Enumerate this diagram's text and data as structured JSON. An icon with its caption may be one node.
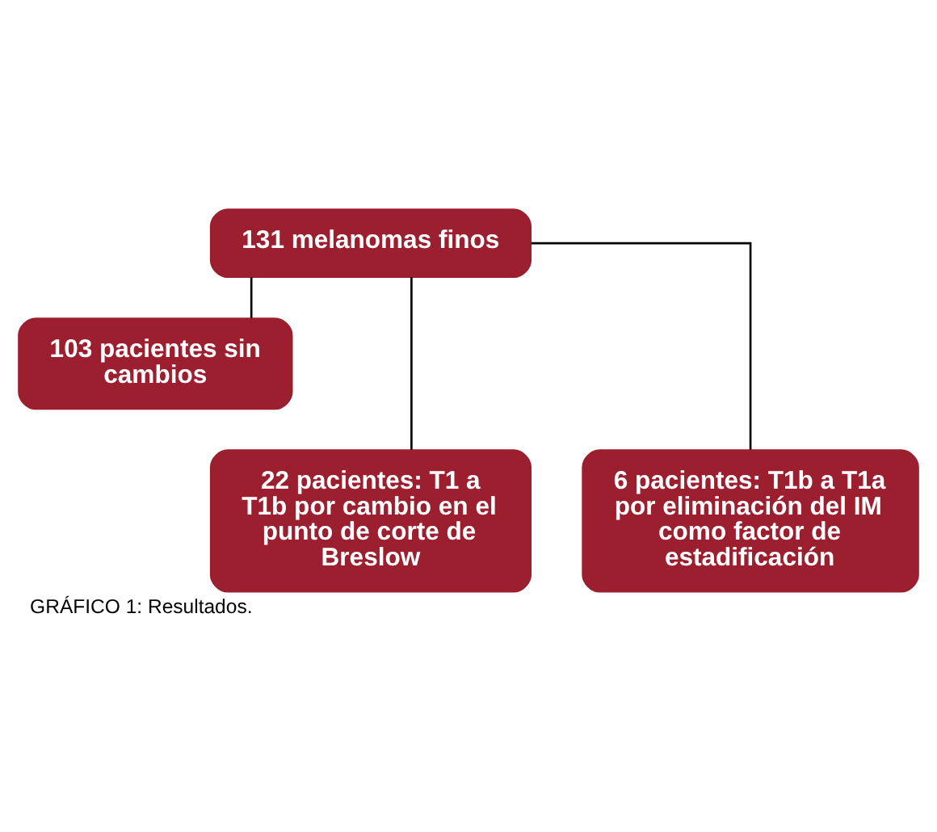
{
  "diagram": {
    "caption": "GRÁFICO 1: Resultados.",
    "nodes": [
      {
        "text": [
          "131 melanomas finos"
        ]
      },
      {
        "text": [
          "103 pacientes sin cambios"
        ]
      },
      {
        "text": [
          "22 pacientes: T1 a T1b por cambio en el punto de corte de Breslow"
        ]
      },
      {
        "text": [
          "6 pacientes: T1b a T1a por eliminación del IM como factor de estadificación"
        ]
      }
    ],
    "edges": [
      {
        "from": 0,
        "to": 1,
        "arrow": "none"
      },
      {
        "from": 0,
        "to": 2,
        "arrow": "none"
      },
      {
        "from": 0,
        "to": 3,
        "arrow": "none"
      }
    ]
  }
}
